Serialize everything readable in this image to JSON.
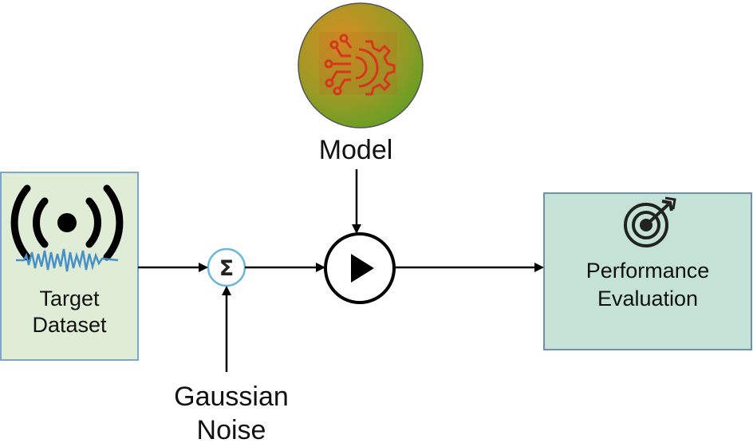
{
  "nodes": {
    "target_dataset": {
      "label": "Target\nDataset",
      "icon": "radio-wave-icon"
    },
    "sum": {
      "symbol": "Σ",
      "icon": "sigma-icon"
    },
    "model": {
      "label": "Model",
      "icon": "ai-brain-gear-icon"
    },
    "play": {
      "icon": "play-icon"
    },
    "performance_evaluation": {
      "label": "Performance\nEvaluation",
      "icon": "target-arrow-icon"
    },
    "gaussian_noise": {
      "label": "Gaussian\nNoise"
    }
  },
  "colors": {
    "dataset_fill": "#dfedd6",
    "dataset_border": "#7ea6c9",
    "eval_fill": "#c5e2d6",
    "eval_border": "#6f8fae",
    "sum_border": "#6ab7e0",
    "model_circle_top": "#c98a25",
    "model_circle_bottom": "#5aa023",
    "model_icon": "#d6361e",
    "waveform": "#4a90c8"
  }
}
